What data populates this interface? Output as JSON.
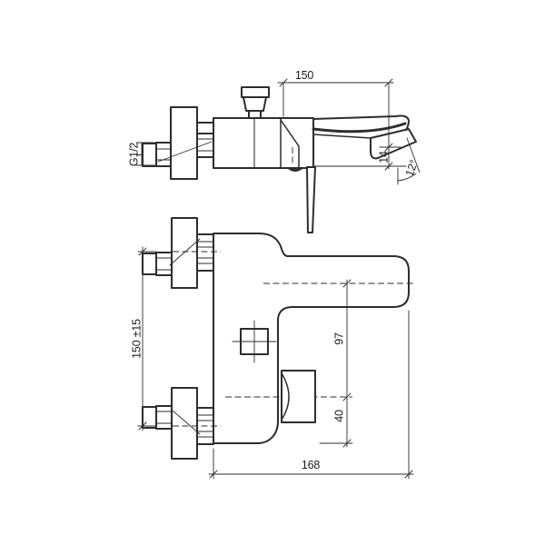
{
  "page": {
    "background": "#ffffff"
  },
  "style": {
    "line_color": "#2d2d2d",
    "text_color": "#1c1c1c"
  },
  "drawing": {
    "subject": "wall-mounted bath mixer tap, two orthographic views",
    "views": [
      {
        "id": "side-view",
        "description": "side elevation with spout, diverter knob, lever handle, eccentric wall connector"
      },
      {
        "id": "front-view",
        "description": "front elevation with two wall connectors, body, spout arm, square stem, outlet"
      }
    ],
    "dimensions": {
      "spout_reach": "150",
      "thread": "G1/2",
      "tip_height": "14",
      "tip_angle": "12°",
      "mounting_distance": "150 ±15",
      "spout_axis_height": "97",
      "outlet_axis_height": "40",
      "overall_length": "168"
    }
  }
}
